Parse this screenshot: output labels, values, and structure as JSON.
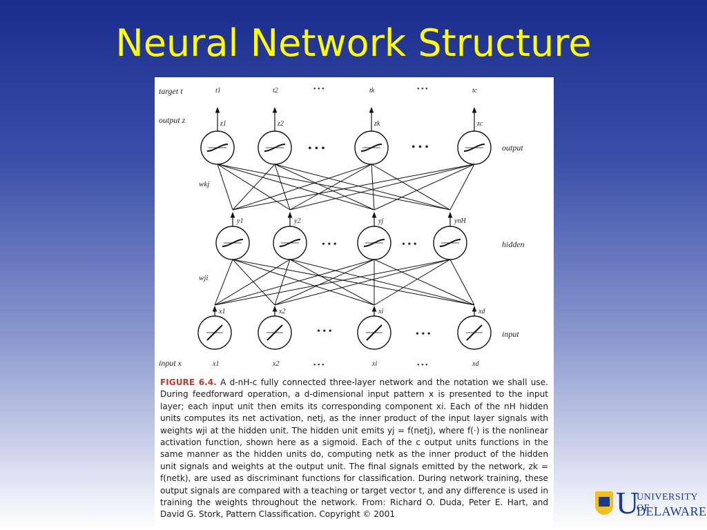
{
  "slide": {
    "title": "Neural Network Structure"
  },
  "diagram": {
    "row_labels": {
      "target": "target t",
      "output_z": "output z",
      "input_x": "input x"
    },
    "layer_labels": {
      "output": "output",
      "hidden": "hidden",
      "input": "input"
    },
    "weight_labels": {
      "wkj": "wkj",
      "wji": "wji"
    },
    "ellipsis": "• • •",
    "target_labels": [
      "t1",
      "t2",
      "tk",
      "tc"
    ],
    "output_labels": [
      "z1",
      "z2",
      "zk",
      "zc"
    ],
    "hidden_labels": [
      "y1",
      "y2",
      "yj",
      "ynH"
    ],
    "input_unit_labels": [
      "x1",
      "x2",
      "xi",
      "xd"
    ],
    "input_bottom_labels": [
      "x1",
      "x2",
      "xi",
      "xd"
    ]
  },
  "caption": {
    "label": "FIGURE 6.4.",
    "text": "A d-nH-c fully connected three-layer network and the notation we shall use. During feedforward operation, a d-dimensional input pattern x is presented to the input layer; each input unit then emits its corresponding component xi. Each of the nH hidden units computes its net activation, netj, as the inner product of the input layer signals with weights wji at the hidden unit. The hidden unit emits yj = f(netj), where f(·) is the nonlinear activation function, shown here as a sigmoid. Each of the c output units functions in the same manner as the hidden units do, computing netk as the inner product of the hidden unit signals and weights at the output unit. The final signals emitted by the network, zk = f(netk), are used as discriminant functions for classification. During network training, these output signals are compared with a teaching or target vector t, and any difference is used in training the weights throughout the network. From: Richard O. Duda, Peter E. Hart, and David G. Stork, Pattern Classification. Copyright © 2001"
  },
  "logo": {
    "line1": "UNIVERSITY OF",
    "line2": "DELAWARE",
    "initial": "U"
  }
}
